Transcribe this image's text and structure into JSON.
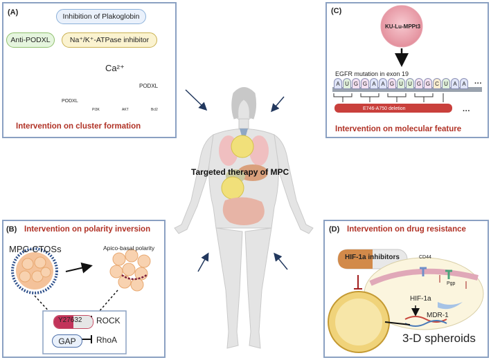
{
  "center": {
    "title": "Targeted therapy of MPC"
  },
  "panel_a": {
    "label": "(A)",
    "pill_plakoglobin": "Inhibition of Plakoglobin",
    "pill_podxl": "Anti-PODXL",
    "pill_atpase": "Na⁺/K⁺-ATPase inhibitor",
    "podxl_left": "PODXL",
    "calcium": "Ca²⁺",
    "podxl_right": "PODXL",
    "pathway": [
      "PI3K",
      "AKT",
      "Bcl2"
    ],
    "title": "Intervention  on cluster formation"
  },
  "panel_b": {
    "label": "(B)",
    "title": "Intervention on polarity inversion",
    "ctos_label": "MPC-CTOSs",
    "polarity_label": "Apico-basal polarity",
    "inhibitor": "Y27632",
    "rock": "ROCK",
    "gap": "GAP",
    "rhoa": "RhoA"
  },
  "panel_c": {
    "label": "(C)",
    "cell_label": "KU-Lu-MPPt3",
    "mutation_label": "EGFR mutation in exon 19",
    "sequence": [
      "A",
      "U",
      "G",
      "G",
      "A",
      "A",
      "G",
      "U",
      "U",
      "G",
      "G",
      "C",
      "U",
      "A",
      "A"
    ],
    "ellipsis_top": "···",
    "deletion": "E746-A750 deletion",
    "ellipsis_bottom": "···",
    "title": "Intervention  on molecular feature"
  },
  "panel_d": {
    "label": "(D)",
    "title": "Intervention on drug resistance",
    "inhibitor": "HIF-1a inhibitors",
    "cd44": "CD44",
    "pgp": "Pgp",
    "hif": "HIF-1a",
    "mdr": "MDR-1",
    "spheroids": "3-D spheroids"
  },
  "colors": {
    "panel_border": "#8aa0c2",
    "title_red": "#b03226",
    "cell_pink": "#f2a3a3",
    "arrow_navy": "#22385e"
  }
}
